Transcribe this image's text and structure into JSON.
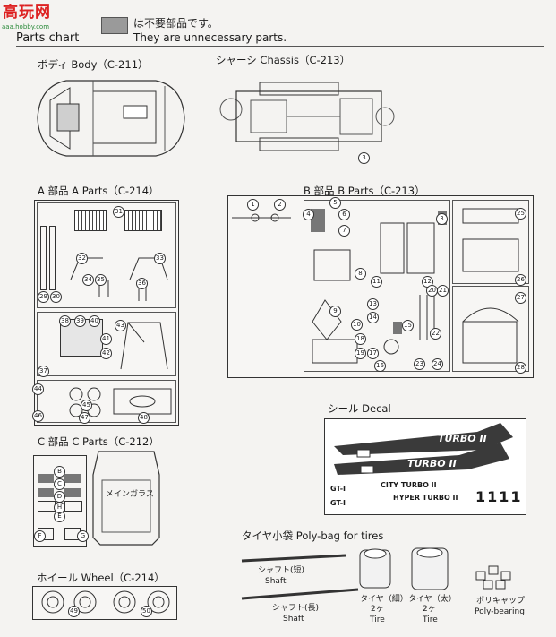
{
  "watermark": {
    "chars": "高玩网",
    "url": "aaa.hobby.com"
  },
  "header": {
    "title": "Parts chart",
    "legend_jp": "は不要部品です。",
    "legend_en": "They are unnecessary parts."
  },
  "sections": {
    "body": "ボディ Body（C-211）",
    "chassis": "シャーシ Chassis（C-213）",
    "a_parts": "A 部品 A Parts（C-214）",
    "b_parts": "B 部品 B Parts（C-213）",
    "c_parts": "C 部品 C Parts（C-212）",
    "wheel": "ホイール Wheel（C-214）",
    "decal": "シール Decal",
    "polybag": "タイヤ小袋 Poly-bag for tires"
  },
  "labels": {
    "window_glass": "メインガラス",
    "shaft_short_jp": "シャフト(短)",
    "shaft_short_en": "Shaft",
    "shaft_long_jp": "シャフト(長)",
    "shaft_long_en": "Shaft",
    "tire_thin_jp": "タイヤ（細）",
    "tire_thin_qty": "2ヶ",
    "tire_thin_en": "Tire",
    "tire_thick_jp": "タイヤ（太）",
    "tire_thick_qty": "2ヶ",
    "tire_thick_en": "Tire",
    "polycap_jp": "ポリキャップ",
    "polycap_en": "Poly-bearing"
  },
  "decal": {
    "turbo1": "TURBO II",
    "turbo2": "TURBO II",
    "city": "CITY TURBO II",
    "hyper": "HYPER TURBO II",
    "num": "1111",
    "gt1": "GT-I",
    "gt2": "GT-I"
  },
  "numbers": {
    "chassis": [
      "3"
    ],
    "a": [
      "31",
      "32",
      "33",
      "34",
      "35",
      "36",
      "29",
      "30",
      "38",
      "39",
      "40",
      "41",
      "42",
      "43",
      "37",
      "44",
      "45",
      "46",
      "47",
      "48"
    ],
    "b": [
      "1",
      "2",
      "3",
      "4",
      "5",
      "6",
      "7",
      "8",
      "9",
      "10",
      "11",
      "12",
      "13",
      "14",
      "15",
      "16",
      "17",
      "18",
      "19",
      "20",
      "21",
      "22",
      "23",
      "24",
      "25",
      "26",
      "27",
      "28"
    ],
    "c": [
      "B",
      "C",
      "D",
      "E",
      "F",
      "G",
      "H"
    ],
    "wheel": [
      "49",
      "50"
    ]
  }
}
